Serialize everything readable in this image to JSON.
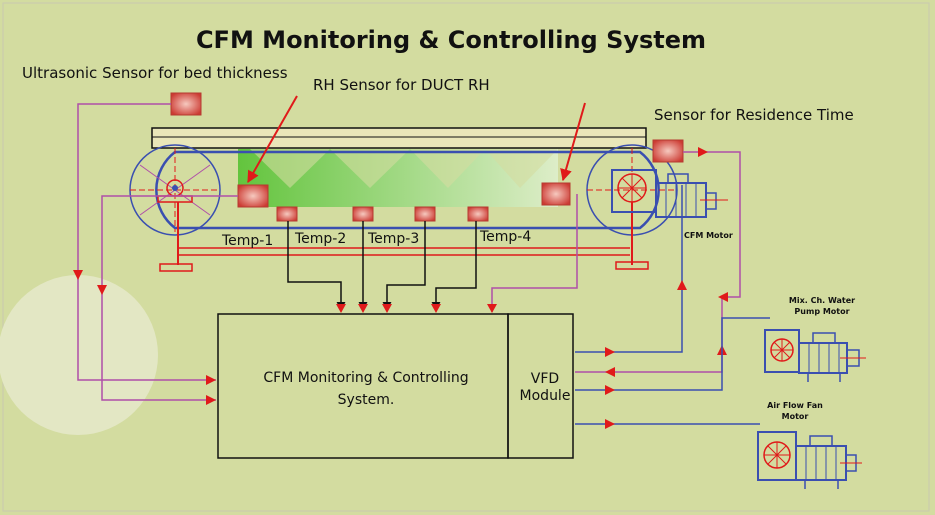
{
  "title": "CFM Monitoring & Controlling System",
  "labels": {
    "ultrasonic": "Ultrasonic Sensor for bed thickness",
    "rh": "RH Sensor for DUCT RH",
    "residence": "Sensor for Residence Time",
    "temp1": "Temp-1",
    "temp2": "Temp-2",
    "temp3": "Temp-3",
    "temp4": "Temp-4",
    "cfm_motor": "CFM Motor",
    "pump_line1": "Mix. Ch. Water",
    "pump_line2": "Pump Motor",
    "fan_line1": "Air Flow Fan",
    "fan_line2": "Motor"
  },
  "system_box": {
    "line1": "CFM Monitoring & Controlling",
    "line2": "System."
  },
  "vfd_box": {
    "line1": "VFD",
    "line2": "Module"
  },
  "colors": {
    "background": "#d3dca0",
    "magenta_wire": "#b04fa8",
    "blue_wire": "#3a4fb0",
    "red_arrow": "#e0161a",
    "sensor": "#d3423a",
    "green_zone": "#5cc63a"
  }
}
